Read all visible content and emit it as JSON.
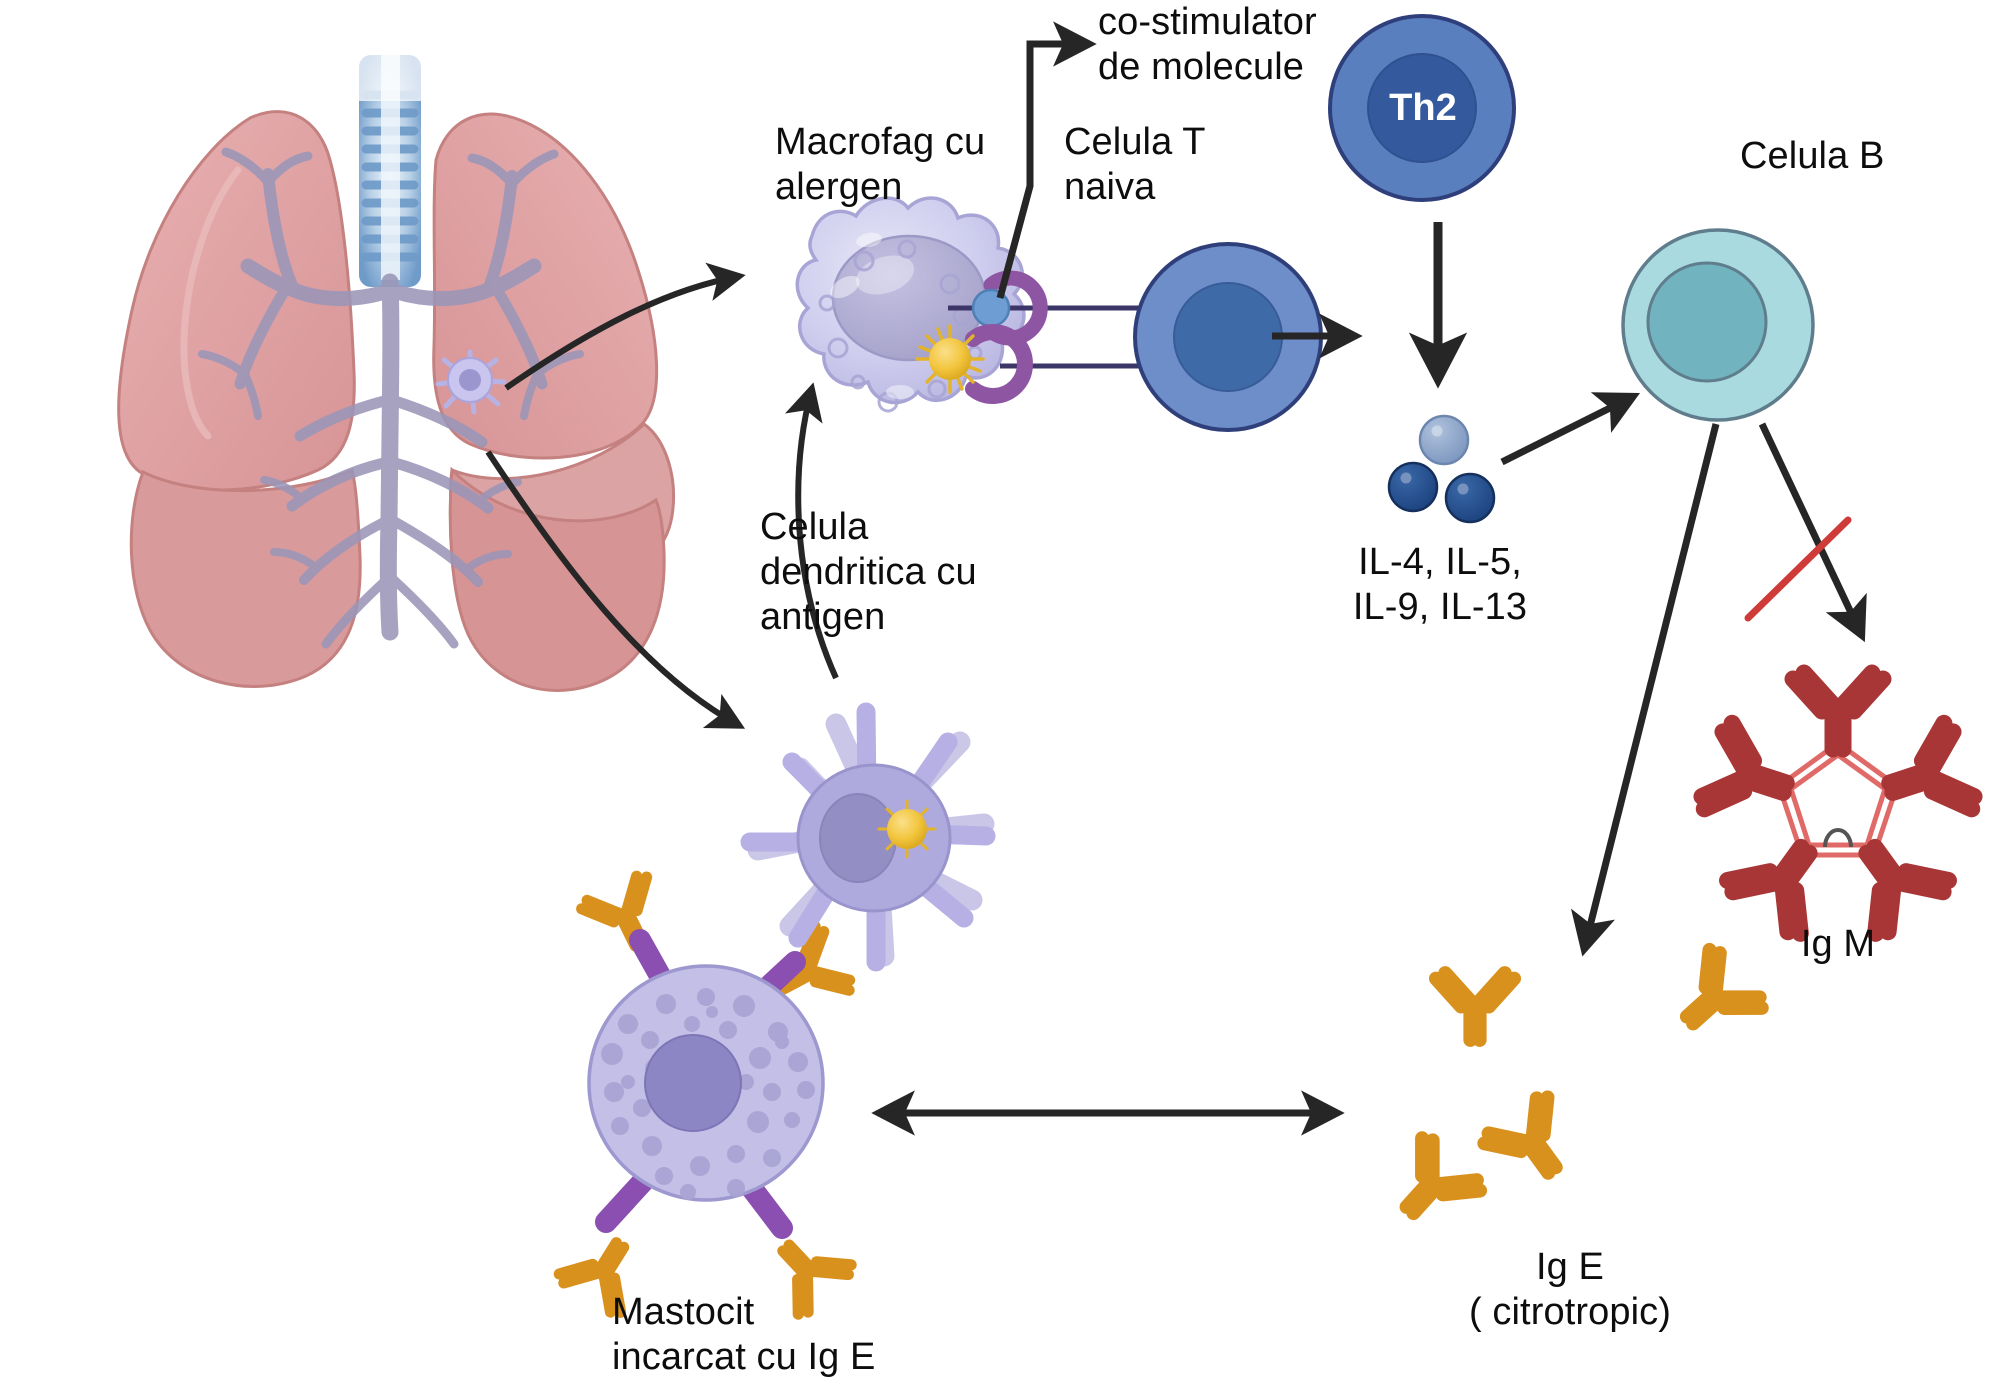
{
  "diagram": {
    "title": "Allergic sensitization pathway",
    "background": "#ffffff"
  },
  "labels": {
    "macrophage": "Macrofag cu\nalergen",
    "costimulator": "co-stimulator\nde molecule",
    "naive_t": "Celula T\nnaiva",
    "th2": "Th2",
    "b_cell": "Celula B",
    "dendritic": "Celula\ndendritica cu\nantigen",
    "cytokines": "IL-4, IL-5,\nIL-9, IL-13",
    "igm": "Ig M",
    "ige": "Ig E\n( citrotropic)",
    "mast": "Mastocit\nincarcat cu Ig E"
  },
  "colors": {
    "lung_tissue": "#e0a2a4",
    "lung_tissue_dark": "#d3908f",
    "lung_outline": "#c4817f",
    "trachea": "#6f9bc9",
    "trachea_light": "#cfe0ef",
    "bronchi": "#9a96b8",
    "macrophage_body": "#c9c8ea",
    "macrophage_nucleus": "#adaacf",
    "dendritic_body": "#afaade",
    "dendritic_nucleus": "#938ec4",
    "antigen_yellow": "#f2c53d",
    "receptor_purple": "#8e55a3",
    "tcell_body": "#6d8ec9",
    "tcell_nucleus": "#406aa8",
    "th2_body": "#5a7fbe",
    "th2_nucleus": "#34599c",
    "bcell_body": "#a9dae0",
    "bcell_nucleus": "#71b3bf",
    "cytokine_light": "#8aa3c8",
    "cytokine_dark": "#25518e",
    "igm_red": "#a93636",
    "igm_link": "#e06a68",
    "ige_orange": "#d9911e",
    "mast_body": "#c3bfe6",
    "mast_granule": "#a9a4d4",
    "mast_nucleus": "#8d86c4",
    "mast_receptor": "#8a4fb0",
    "arrow_black": "#262626",
    "block_red": "#cf3b38"
  },
  "cells": [
    {
      "name": "lungs",
      "label": "lungs-illustration"
    },
    {
      "name": "macrophage",
      "label": "macrofag-cu-alergen"
    },
    {
      "name": "dendritic",
      "label": "celula-dendritica-cu-antigen"
    },
    {
      "name": "naive-t-cell",
      "label": "celula-t-naiva"
    },
    {
      "name": "th2-cell",
      "label": "th2"
    },
    {
      "name": "b-cell",
      "label": "celula-b"
    },
    {
      "name": "mast-cell",
      "label": "mastocit-incarcat-cu-ig-e"
    }
  ],
  "molecules": [
    {
      "name": "cytokines",
      "label": "IL-4, IL-5, IL-9, IL-13",
      "count": 3
    },
    {
      "name": "igm-pentamer",
      "label": "Ig M",
      "units": 5
    },
    {
      "name": "ige-antibodies",
      "label": "Ig E ( citrotropic)",
      "count": 5
    }
  ],
  "arrows": [
    {
      "name": "lung-to-macrophage",
      "style": "curved"
    },
    {
      "name": "lung-to-dendritic",
      "style": "curved"
    },
    {
      "name": "dendritic-to-macrophage",
      "style": "curved"
    },
    {
      "name": "costimulator-pointer",
      "style": "elbow"
    },
    {
      "name": "tcell-to-th2",
      "style": "straight"
    },
    {
      "name": "th2-to-cytokines",
      "style": "straight-down"
    },
    {
      "name": "cytokines-to-bcell",
      "style": "straight"
    },
    {
      "name": "bcell-to-ige",
      "style": "straight"
    },
    {
      "name": "bcell-to-igm-blocked",
      "style": "straight-blocked"
    },
    {
      "name": "mast-ige-exchange",
      "style": "double-headed"
    }
  ]
}
